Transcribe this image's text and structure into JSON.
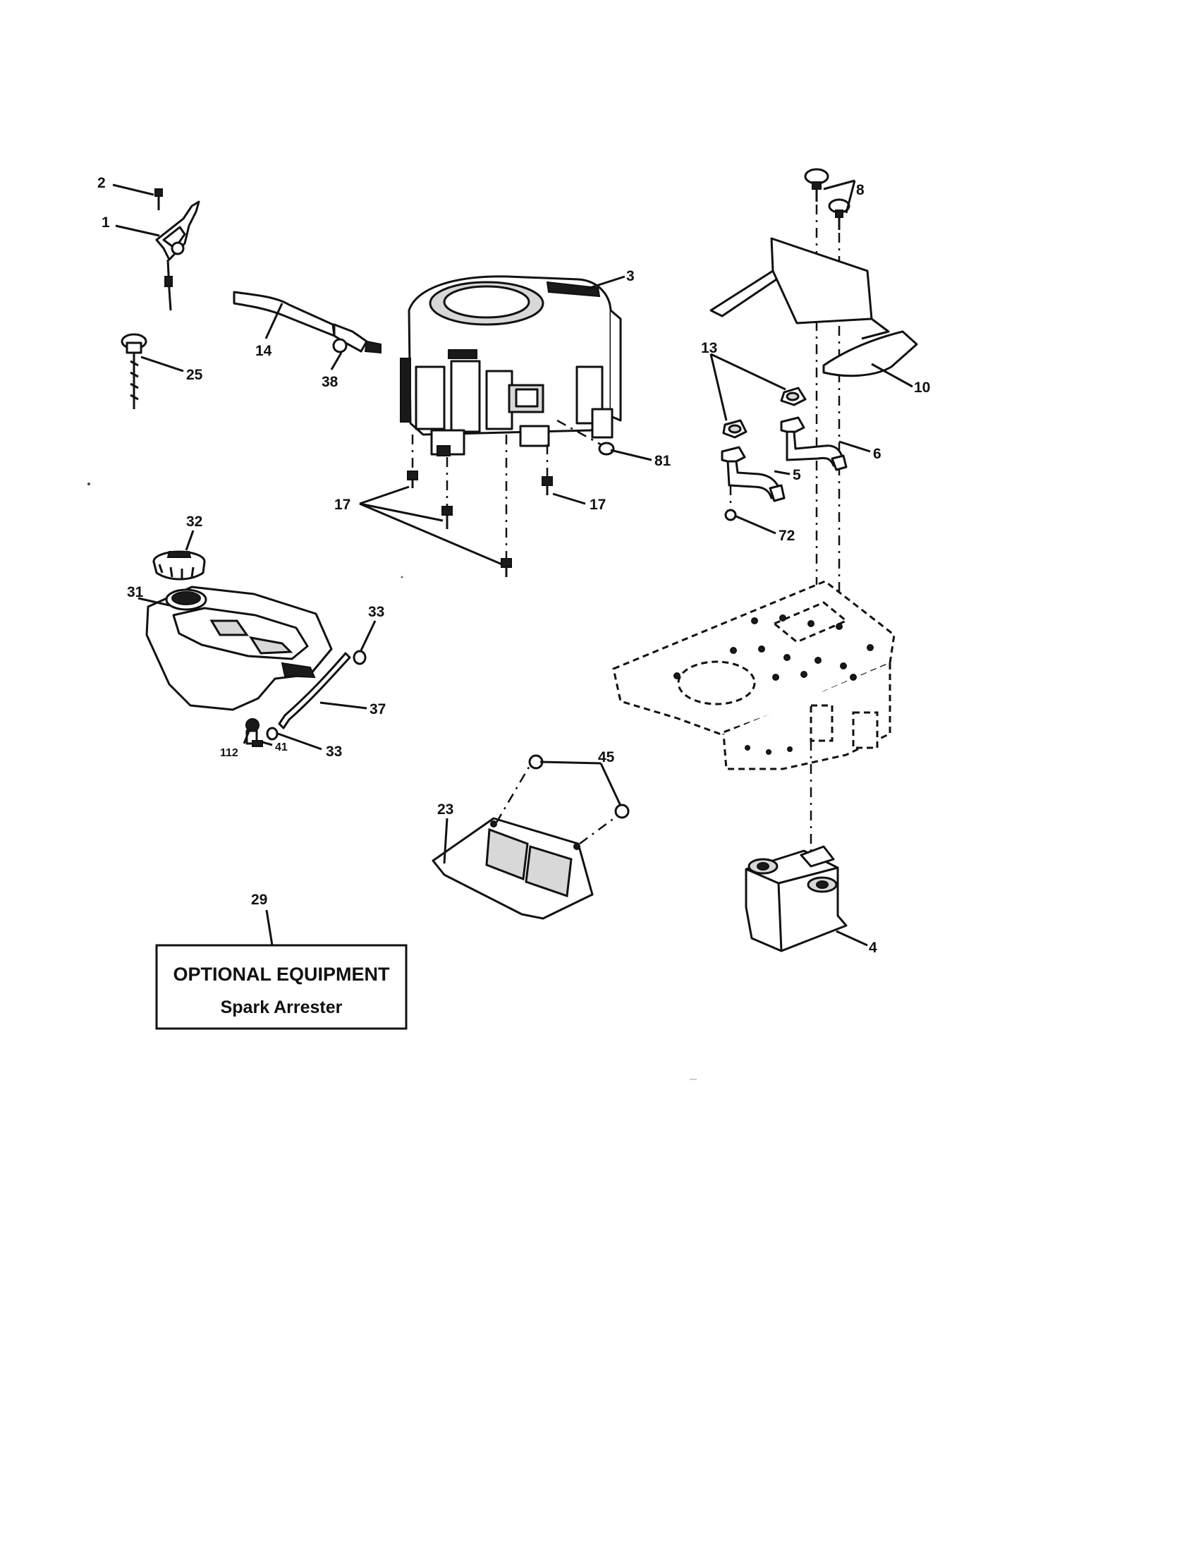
{
  "callouts": [
    {
      "id": "c1",
      "label": "1"
    },
    {
      "id": "c2",
      "label": "2"
    },
    {
      "id": "c3",
      "label": "3"
    },
    {
      "id": "c4",
      "label": "4"
    },
    {
      "id": "c5",
      "label": "5"
    },
    {
      "id": "c6",
      "label": "6"
    },
    {
      "id": "c8",
      "label": "8"
    },
    {
      "id": "c10",
      "label": "10"
    },
    {
      "id": "c13",
      "label": "13"
    },
    {
      "id": "c14",
      "label": "14"
    },
    {
      "id": "c17a",
      "label": "17"
    },
    {
      "id": "c17b",
      "label": "17"
    },
    {
      "id": "c23",
      "label": "23"
    },
    {
      "id": "c25",
      "label": "25"
    },
    {
      "id": "c29",
      "label": "29"
    },
    {
      "id": "c31",
      "label": "31"
    },
    {
      "id": "c32",
      "label": "32"
    },
    {
      "id": "c33a",
      "label": "33"
    },
    {
      "id": "c33b",
      "label": "33"
    },
    {
      "id": "c37",
      "label": "37"
    },
    {
      "id": "c38",
      "label": "38"
    },
    {
      "id": "c41",
      "label": "41"
    },
    {
      "id": "c45",
      "label": "45"
    },
    {
      "id": "c72",
      "label": "72"
    },
    {
      "id": "c81",
      "label": "81"
    },
    {
      "id": "c112",
      "label": "112"
    }
  ],
  "optional_box": {
    "title": "OPTIONAL EQUIPMENT",
    "subtitle": "Spark Arrester"
  }
}
